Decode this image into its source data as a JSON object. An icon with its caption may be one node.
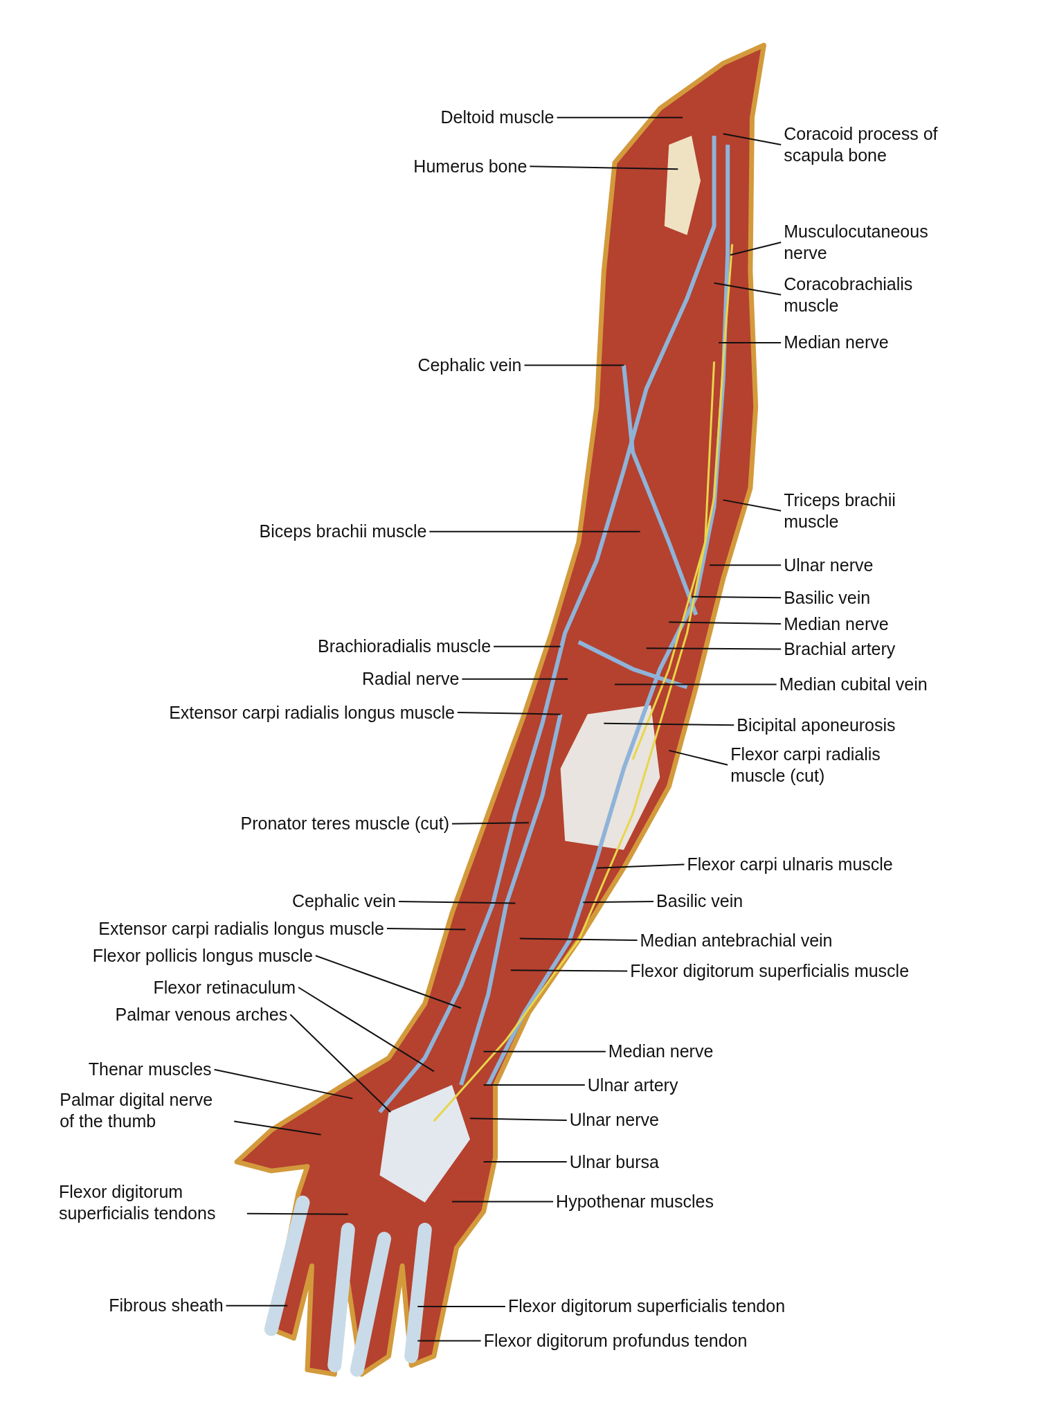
{
  "diagram": {
    "nodes": [
      {
        "text": [
          "Deltoid muscle"
        ]
      },
      {
        "text": [
          "Humerus bone"
        ]
      },
      {
        "text": [
          "Cephalic vein"
        ]
      },
      {
        "text": [
          "Biceps brachii muscle"
        ]
      },
      {
        "text": [
          "Brachioradialis muscle"
        ]
      },
      {
        "text": [
          "Radial nerve"
        ]
      },
      {
        "text": [
          "Extensor carpi radialis longus muscle"
        ]
      },
      {
        "text": [
          "Pronator teres muscle (cut)"
        ]
      },
      {
        "text": [
          "Cephalic vein"
        ]
      },
      {
        "text": [
          "Extensor carpi radialis longus muscle"
        ]
      },
      {
        "text": [
          "Flexor pollicis longus muscle"
        ]
      },
      {
        "text": [
          "Flexor retinaculum"
        ]
      },
      {
        "text": [
          "Palmar venous arches"
        ]
      },
      {
        "text": [
          "Thenar muscles"
        ]
      },
      {
        "text": [
          "Palmar digital nerve of the thumb"
        ]
      },
      {
        "text": [
          "Flexor digitorum superficialis tendons"
        ]
      },
      {
        "text": [
          "Fibrous sheath"
        ]
      },
      {
        "text": [
          "Coracoid process of scapula bone"
        ]
      },
      {
        "text": [
          "Musculocutaneous nerve"
        ]
      },
      {
        "text": [
          "Coracobrachialis muscle"
        ]
      },
      {
        "text": [
          "Median nerve"
        ]
      },
      {
        "text": [
          "Triceps brachii muscle"
        ]
      },
      {
        "text": [
          "Ulnar nerve"
        ]
      },
      {
        "text": [
          "Basilic vein"
        ]
      },
      {
        "text": [
          "Median nerve"
        ]
      },
      {
        "text": [
          "Brachial artery"
        ]
      },
      {
        "text": [
          "Median cubital vein"
        ]
      },
      {
        "text": [
          "Bicipital aponeurosis"
        ]
      },
      {
        "text": [
          "Flexor carpi radialis muscle (cut)"
        ]
      },
      {
        "text": [
          "Flexor carpi ulnaris muscle"
        ]
      },
      {
        "text": [
          "Basilic vein"
        ]
      },
      {
        "text": [
          "Median antebrachial vein"
        ]
      },
      {
        "text": [
          "Flexor digitorum superficialis muscle"
        ]
      },
      {
        "text": [
          "Median nerve"
        ]
      },
      {
        "text": [
          "Ulnar artery"
        ]
      },
      {
        "text": [
          "Ulnar nerve"
        ]
      },
      {
        "text": [
          "Ulnar bursa"
        ]
      },
      {
        "text": [
          "Hypothenar muscles"
        ]
      },
      {
        "text": [
          "Flexor digitorum superficialis tendon"
        ]
      },
      {
        "text": [
          "Flexor digitorum profundus tendon"
        ]
      }
    ],
    "edges": [
      {
        "from": 0,
        "to": null,
        "arrow": "none"
      },
      {
        "from": 1,
        "to": null,
        "arrow": "none"
      },
      {
        "from": 2,
        "to": null,
        "arrow": "none"
      },
      {
        "from": 3,
        "to": null,
        "arrow": "none"
      },
      {
        "from": 4,
        "to": null,
        "arrow": "none"
      },
      {
        "from": 5,
        "to": null,
        "arrow": "none"
      },
      {
        "from": 6,
        "to": null,
        "arrow": "none"
      },
      {
        "from": 7,
        "to": null,
        "arrow": "none"
      },
      {
        "from": 8,
        "to": null,
        "arrow": "none"
      },
      {
        "from": 9,
        "to": null,
        "arrow": "none"
      },
      {
        "from": 10,
        "to": null,
        "arrow": "none"
      },
      {
        "from": 11,
        "to": null,
        "arrow": "none"
      },
      {
        "from": 12,
        "to": null,
        "arrow": "none"
      },
      {
        "from": 13,
        "to": null,
        "arrow": "none"
      },
      {
        "from": 14,
        "to": null,
        "arrow": "none"
      },
      {
        "from": 15,
        "to": null,
        "arrow": "none"
      },
      {
        "from": 16,
        "to": null,
        "arrow": "none"
      },
      {
        "from": 17,
        "to": null,
        "arrow": "none"
      },
      {
        "from": 18,
        "to": null,
        "arrow": "none"
      },
      {
        "from": 19,
        "to": null,
        "arrow": "none"
      },
      {
        "from": 20,
        "to": null,
        "arrow": "none"
      },
      {
        "from": 21,
        "to": null,
        "arrow": "none"
      },
      {
        "from": 22,
        "to": null,
        "arrow": "none"
      },
      {
        "from": 23,
        "to": null,
        "arrow": "none"
      },
      {
        "from": 24,
        "to": null,
        "arrow": "none"
      },
      {
        "from": 25,
        "to": null,
        "arrow": "none"
      },
      {
        "from": 26,
        "to": null,
        "arrow": "none"
      },
      {
        "from": 27,
        "to": null,
        "arrow": "none"
      },
      {
        "from": 28,
        "to": null,
        "arrow": "none"
      },
      {
        "from": 29,
        "to": null,
        "arrow": "none"
      },
      {
        "from": 30,
        "to": null,
        "arrow": "none"
      },
      {
        "from": 31,
        "to": null,
        "arrow": "none"
      },
      {
        "from": 32,
        "to": null,
        "arrow": "none"
      },
      {
        "from": 33,
        "to": null,
        "arrow": "none"
      },
      {
        "from": 34,
        "to": null,
        "arrow": "none"
      },
      {
        "from": 35,
        "to": null,
        "arrow": "none"
      },
      {
        "from": 36,
        "to": null,
        "arrow": "none"
      },
      {
        "from": 37,
        "to": null,
        "arrow": "none"
      },
      {
        "from": 38,
        "to": null,
        "arrow": "none"
      },
      {
        "from": 39,
        "to": null,
        "arrow": "none"
      }
    ]
  }
}
